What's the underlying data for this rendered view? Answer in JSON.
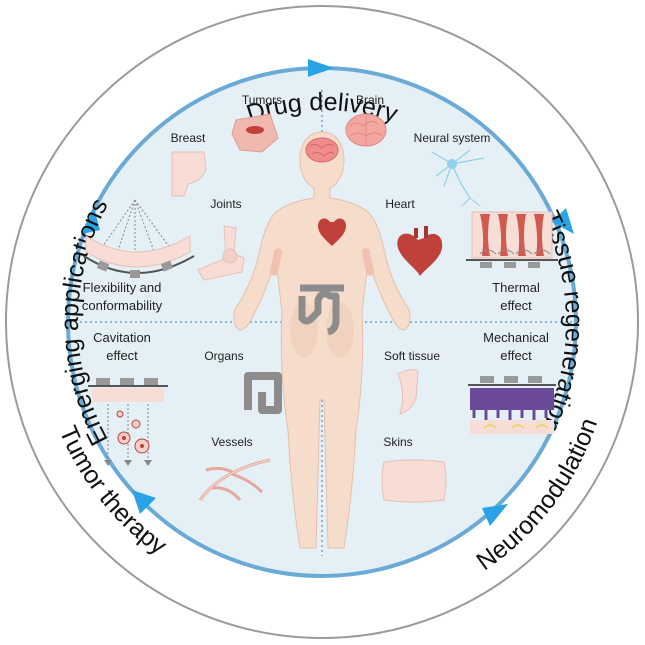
{
  "ring": {
    "top": "Drug delivery",
    "right": "Tissue regeneration",
    "bottom_right": "Neuromodulation",
    "bottom_left": "Tumor therapy",
    "left": "Emerging applications"
  },
  "organs": {
    "tumors": "Tumors",
    "brain": "Brain",
    "breast": "Breast",
    "neural_system": "Neural system",
    "joints": "Joints",
    "heart": "Heart",
    "organs": "Organs",
    "soft_tissue": "Soft tissue",
    "vessels": "Vessels",
    "skins": "Skins"
  },
  "effects": {
    "flexibility_line1": "Flexibility and",
    "flexibility_line2": "conformability",
    "thermal_line1": "Thermal",
    "thermal_line2": "effect",
    "cavitation_line1": "Cavitation",
    "cavitation_line2": "effect",
    "mechanical_line1": "Mechanical",
    "mechanical_line2": "effect"
  },
  "colors": {
    "outer_ring": "#9a9a9a",
    "inner_circle_fill": "#e4f0f5",
    "inner_circle_stroke": "#6aaad6",
    "arrow": "#2aa3e6",
    "body": "#f6dccb",
    "organ_red": "#c0403a",
    "intestine": "#8c8c8c"
  }
}
